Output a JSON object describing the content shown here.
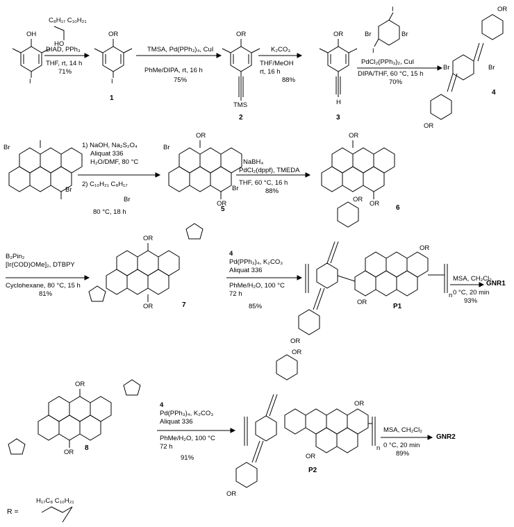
{
  "row1": {
    "reagent_top": "C₈H₁₇ C₁₀H₂₁",
    "reagent_oh": "HO",
    "arrow1_above": "DIAD, PPh₃",
    "arrow1_below1": "THF, rt, 14 h",
    "arrow1_below2": "71%",
    "arrow2_above": "TMSA, Pd(PPh₃)₄, CuI",
    "arrow2_below1": "PhMe/DIPA, rt, 16 h",
    "arrow2_below2": "75%",
    "arrow3_above": "K₂CO₃",
    "arrow3_below1": "THF/MeOH",
    "arrow3_below2": "rt, 16 h",
    "arrow3_below3": "88%",
    "arrow4_above": "PdCl₂(PPh₃)₂, CuI",
    "arrow4_below1": "DIPA/THF, 60 °C, 15 h",
    "arrow4_below2": "70%",
    "atoms": {
      "oh": "OH",
      "i": "I",
      "or": "OR",
      "tms": "TMS",
      "h": "H",
      "br": "Br"
    },
    "compounds": [
      "1",
      "2",
      "3",
      "4"
    ]
  },
  "row2": {
    "step1": "1) NaOH, Na₂S₂O₄",
    "step1b": "Aliquat 336",
    "step1c": "H₂O/DMF, 80 °C",
    "step2": "2)  C₁₀H₂₁ C₈H₁₇",
    "step2_br": "Br",
    "step2_cond": "80 °C, 18 h",
    "arrow_above1": "NaBH₄",
    "arrow_above2": "PdCl₂(dppf), TMEDA",
    "arrow_below1": "THF, 60 °C, 16 h",
    "arrow_below2": "88%",
    "compounds": [
      "5",
      "6"
    ]
  },
  "row3": {
    "arrow1_above1": "B₂Pin₂",
    "arrow1_above2": "[Ir(COD)OMe]₂, DTBPY",
    "arrow1_below1": "Cyclohexane, 80 °C, 15 h",
    "arrow1_below2": "81%",
    "arrow2_above1": "4",
    "arrow2_above2": "Pd(PPh₃)₄, K₂CO₃",
    "arrow2_above3": "Aliquat 336",
    "arrow2_below1": "PhMe/H₂O, 100 °C",
    "arrow2_below2": "72 h",
    "arrow2_below3": "85%",
    "arrow3_above": "MSA, CH₂Cl₂",
    "arrow3_below1": "0 °C, 20 min",
    "arrow3_below2": "93%",
    "product": "GNR1",
    "compounds": [
      "7",
      "P1"
    ],
    "n": "n"
  },
  "row4": {
    "arrow1_above1": "4",
    "arrow1_above2": "Pd(PPh₃)₄, K₂CO₃",
    "arrow1_above3": "Aliquat 336",
    "arrow1_below1": "PhMe/H₂O, 100 °C",
    "arrow1_below2": "72 h",
    "arrow1_below3": "91%",
    "arrow2_above": "MSA, CH₂Cl₂",
    "arrow2_below1": "0 °C, 20 min",
    "arrow2_below2": "89%",
    "product": "GNR2",
    "compounds": [
      "8",
      "P2"
    ],
    "n": "n"
  },
  "r_def": {
    "label": "R =",
    "chain": "H₁₇C₈ C₁₀H₂₁"
  }
}
